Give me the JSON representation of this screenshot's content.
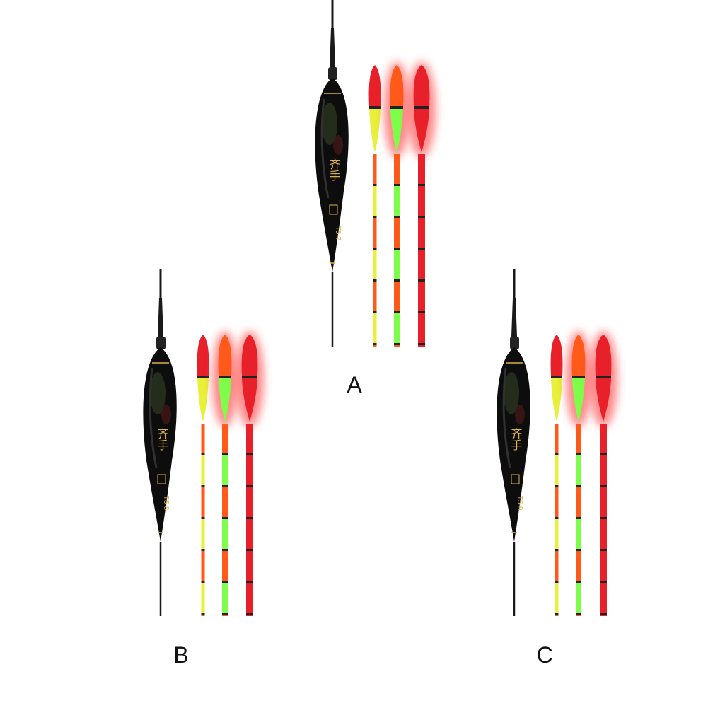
{
  "variants": [
    {
      "label": "A",
      "model_code": "T5-7"
    },
    {
      "label": "B",
      "model_code": "T5-8"
    },
    {
      "label": "C",
      "model_code": "T5-9"
    }
  ],
  "brand_text": "齐手",
  "colors": {
    "background": "#ffffff",
    "float_body": "#0d0d0d",
    "gold_text": "#d9b24a",
    "red": "#e8202a",
    "yellow": "#e8f03a",
    "orange": "#ff5a1a",
    "green": "#7dff4a",
    "glow_red": "#ff3b3b"
  },
  "icons": [
    "bobber-float-icon",
    "tip-antenna-icon"
  ]
}
